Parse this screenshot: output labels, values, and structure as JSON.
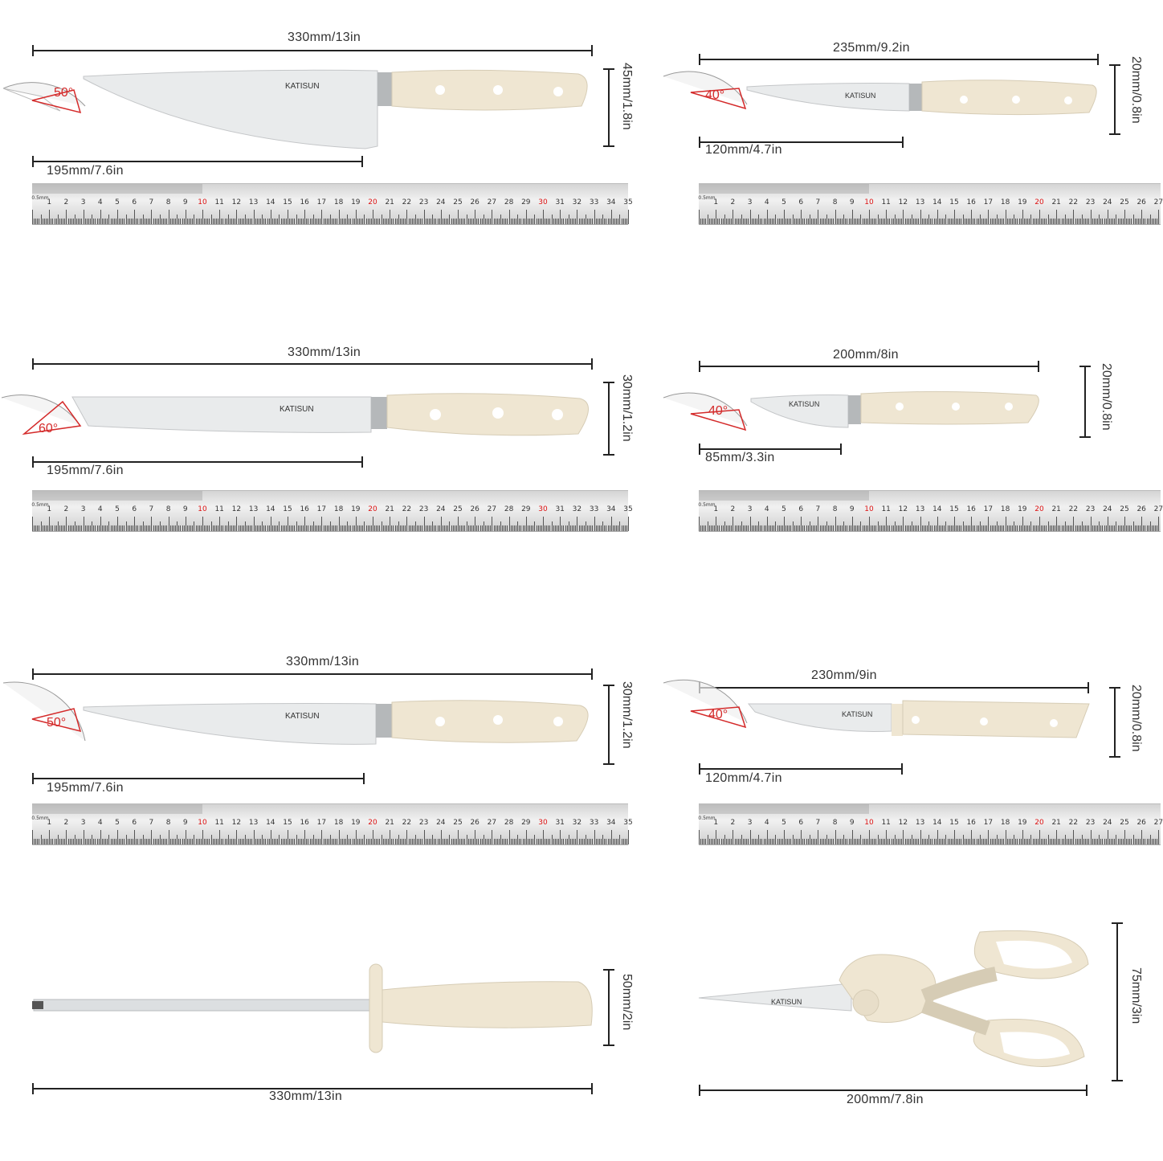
{
  "brand": "KATISUN",
  "colors": {
    "handle": "#efe6d2",
    "blade": "#e7e9ea",
    "angle": "#d42a2a",
    "line": "#222222"
  },
  "items": [
    {
      "name": "Chef knife",
      "length": "330mm/13in",
      "blade": "195mm/7.6in",
      "height": "45mm/1.8in",
      "angle": "50°"
    },
    {
      "name": "Utility knife",
      "length": "235mm/9.2in",
      "blade": "120mm/4.7in",
      "height": "20mm/0.8in",
      "angle": "40°"
    },
    {
      "name": "Bread knife",
      "length": "330mm/13in",
      "blade": "195mm/7.6in",
      "height": "30mm/1.2in",
      "angle": "60°"
    },
    {
      "name": "Paring knife",
      "length": "200mm/8in",
      "blade": "85mm/3.3in",
      "height": "20mm/0.8in",
      "angle": "40°"
    },
    {
      "name": "Carving knife",
      "length": "330mm/13in",
      "blade": "195mm/7.6in",
      "height": "30mm/1.2in",
      "angle": "50°"
    },
    {
      "name": "Steak knife",
      "length": "230mm/9in",
      "blade": "120mm/4.7in",
      "height": "20mm/0.8in",
      "angle": "40°"
    },
    {
      "name": "Sharpening rod",
      "length": "330mm/13in",
      "height": "50mm/2in"
    },
    {
      "name": "Kitchen scissors",
      "length": "200mm/7.8in",
      "height": "75mm/3in"
    }
  ],
  "ruler": {
    "unit_label": "0.5mm",
    "left_max": 35,
    "right_max": 27,
    "red_marks": [
      10,
      20,
      30
    ]
  }
}
